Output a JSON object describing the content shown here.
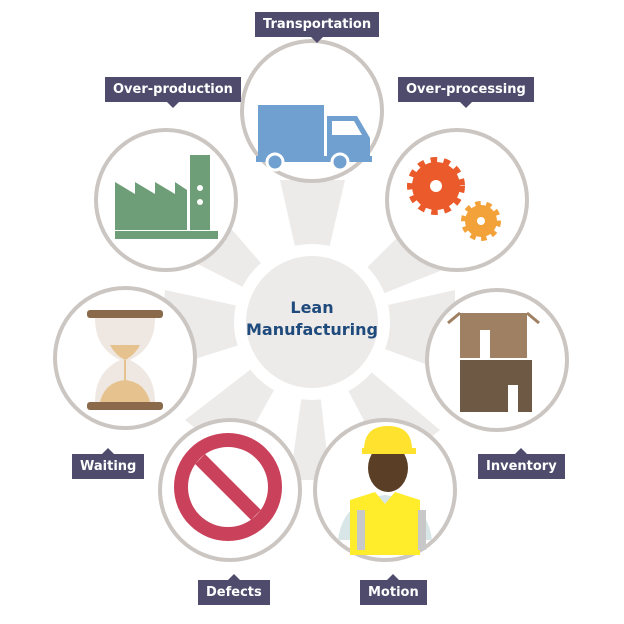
{
  "center": {
    "line1": "Lean",
    "line2": "Manufacturing"
  },
  "wastes": [
    {
      "label": "Transportation",
      "icon": "truck-icon"
    },
    {
      "label": "Over-processing",
      "icon": "gears-icon"
    },
    {
      "label": "Inventory",
      "icon": "boxes-icon"
    },
    {
      "label": "Motion",
      "icon": "worker-icon"
    },
    {
      "label": "Defects",
      "icon": "prohibited-icon"
    },
    {
      "label": "Waiting",
      "icon": "hourglass-icon"
    },
    {
      "label": "Over-production",
      "icon": "factory-icon"
    }
  ],
  "colors": {
    "label_bg": "#4e4b6c",
    "center_text": "#1f4a7c",
    "ring": "#cbc6c2",
    "star": "#edebea"
  }
}
